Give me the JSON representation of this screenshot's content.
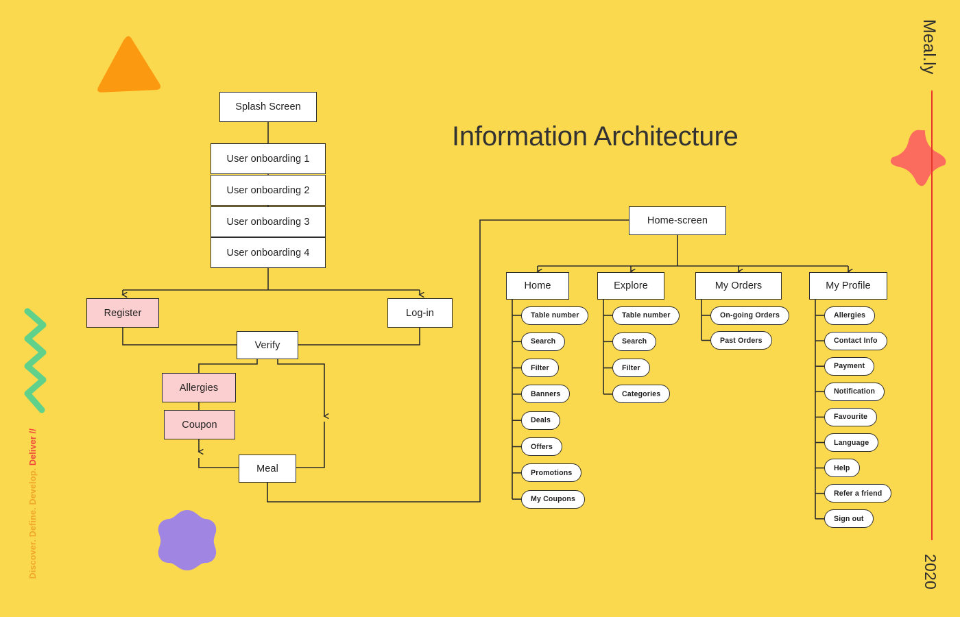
{
  "meta": {
    "title": "Information Architecture",
    "brand": "Meal.ly",
    "year": "2020",
    "tagline_normal": "Discover. Define. Develop. ",
    "tagline_highlight": "Deliver //",
    "colors": {
      "background": "#FBD94E",
      "node_fill": "#FFFFFF",
      "node_stroke": "#2B2B2B",
      "accent_pink": "#FBCFCF",
      "accent_red": "#E8342A",
      "accent_orange": "#FB9A10",
      "accent_coral": "#FB6C5E",
      "accent_green": "#5FD18A",
      "accent_purple": "#A185E3",
      "accent_gold": "#F0A72B",
      "text_dark": "#1F1F1F"
    }
  },
  "onboarding_flow": {
    "splash": {
      "label": "Splash Screen"
    },
    "steps": [
      {
        "label": "User onboarding 1"
      },
      {
        "label": "User onboarding 2"
      },
      {
        "label": "User onboarding 3"
      },
      {
        "label": "User onboarding 4"
      }
    ]
  },
  "auth_flow": {
    "register": {
      "label": "Register",
      "style": "pink"
    },
    "login": {
      "label": "Log-in",
      "style": "white"
    },
    "verify": {
      "label": "Verify",
      "style": "white"
    },
    "allergies": {
      "label": "Allergies",
      "style": "pink"
    },
    "coupon": {
      "label": "Coupon",
      "style": "pink"
    },
    "meal": {
      "label": "Meal",
      "style": "white"
    }
  },
  "home_screen": {
    "label": "Home-screen"
  },
  "sections": [
    {
      "id": "home",
      "label": "Home",
      "items": [
        {
          "label": "Table number"
        },
        {
          "label": "Search"
        },
        {
          "label": "Filter"
        },
        {
          "label": "Banners"
        },
        {
          "label": "Deals"
        },
        {
          "label": "Offers"
        },
        {
          "label": "Promotions"
        },
        {
          "label": "My Coupons"
        }
      ]
    },
    {
      "id": "explore",
      "label": "Explore",
      "items": [
        {
          "label": "Table number"
        },
        {
          "label": "Search"
        },
        {
          "label": "Filter"
        },
        {
          "label": "Categories"
        }
      ]
    },
    {
      "id": "my-orders",
      "label": "My  Orders",
      "items": [
        {
          "label": "On-going Orders"
        },
        {
          "label": "Past Orders"
        }
      ]
    },
    {
      "id": "my-profile",
      "label": "My Profile",
      "items": [
        {
          "label": "Allergies"
        },
        {
          "label": "Contact Info"
        },
        {
          "label": "Payment"
        },
        {
          "label": "Notification"
        },
        {
          "label": "Favourite"
        },
        {
          "label": "Language"
        },
        {
          "label": "Help"
        },
        {
          "label": "Refer a friend"
        },
        {
          "label": "Sign out"
        }
      ]
    }
  ],
  "decorations": [
    {
      "name": "triangle-shape",
      "color": "#FB9A10"
    },
    {
      "name": "four-point-star-shape",
      "color": "#FB6C5E"
    },
    {
      "name": "flower-blob-shape",
      "color": "#A185E3"
    },
    {
      "name": "zigzag-squiggle-shape",
      "color": "#5FD18A"
    }
  ]
}
